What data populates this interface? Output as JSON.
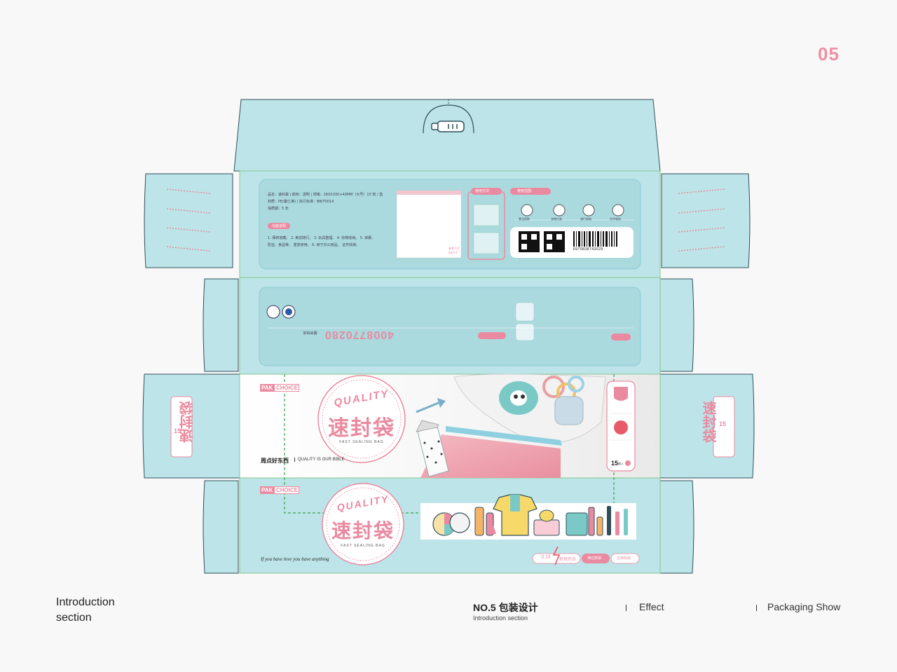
{
  "page_number": "05",
  "colors": {
    "box": "#bde4e8",
    "panel": "#aad9de",
    "pink": "#ea8aa0",
    "outline": "#2f4f5a",
    "fold": "#86c98a"
  },
  "brand": {
    "logo_left": "PAK",
    "logo_right": "CHOICE",
    "quality": "QUALITY",
    "product_name": "速封袋",
    "product_sub": "FAST SEALING BAG",
    "slogan_zh": "周点好东西",
    "slogan_en": "QUALITY IS OUR BIBLE",
    "tagline": "If you have love you have anything",
    "count": "15",
    "count_unit": "枚入"
  },
  "back_panel": {
    "spec_text": "品名：速封袋 | 颜色：透明 | 规格：260X330+40MM（大号）15 枚 / 盒",
    "spec_text_2": "材质：PE(聚乙烯) | 执行标准：BB/T0014",
    "spec_text_3": "保质期：5 年",
    "function_title": "功能说明",
    "function_text": "1. 保鲜收藏。 2. 美妆随行。 3. 玩具整理。 4. 杂物收纳。 5. 袜裹、",
    "function_text_2": "防虫、食品等。 重复使用。 6. 用于办公用品。 证件收纳。",
    "usage_title": "使用方法",
    "scope_title": "使用范围",
    "scope_items": [
      "食品保鲜",
      "衣物分类",
      "旅行收纳",
      "文件收纳"
    ],
    "barcode_number": "6970838743029",
    "size_label": "参考尺寸",
    "size_note": "A4尺寸"
  },
  "top_panel": {
    "hotline": "4008770280",
    "hotline_label": "服务热线"
  },
  "side_panels": {
    "label": "速封袋",
    "count": "15"
  },
  "bottom_panel": {
    "feature_1": "0.15",
    "feature_1_text": "秒快开合",
    "feature_2": "滑位款锁",
    "feature_3": "立体收纳"
  },
  "footer": {
    "intro_line1": "Introduction",
    "intro_line2": "section",
    "no_title": "NO.5 包装设计",
    "no_sub": "Introduction section",
    "label_effect": "Effect",
    "label_show": "Packaging Show"
  }
}
